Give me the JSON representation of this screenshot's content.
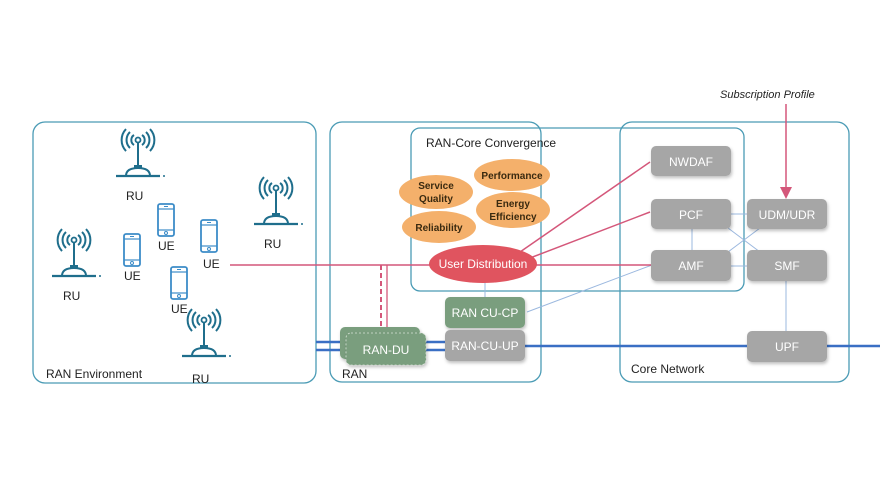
{
  "subscription_profile": "Subscription Profile",
  "regions": {
    "ran_environment": "RAN Environment",
    "ran": "RAN",
    "convergence": "RAN-Core Convergence",
    "core_network": "Core Network"
  },
  "ran_env": {
    "ru_label": "RU",
    "ue_label": "UE"
  },
  "objectives": {
    "service_quality_1": "Service",
    "service_quality_2": "Quality",
    "performance": "Performance",
    "energy_1": "Energy",
    "energy_2": "Efficiency",
    "reliability": "Reliability",
    "user_distribution": "User Distribution"
  },
  "ran_nodes": {
    "du": "RAN-DU",
    "cu_cp": "RAN CU-CP",
    "cu_up": "RAN-CU-UP"
  },
  "core_nodes": {
    "nwdaf": "NWDAF",
    "pcf": "PCF",
    "amf": "AMF",
    "udm": "UDM/UDR",
    "smf": "SMF",
    "upf": "UPF"
  },
  "colors": {
    "region_border": "#4a9bb5",
    "ran_icon": "#1f6e8c",
    "ue_icon": "#3c8cc8",
    "core_nf": "#a6a6a6",
    "ran_nf": "#7a9e7e",
    "objective": "#f4b06b",
    "user_distribution": "#e0545f",
    "pink_line": "#d4577a",
    "user_plane": "#3a6fc4"
  }
}
